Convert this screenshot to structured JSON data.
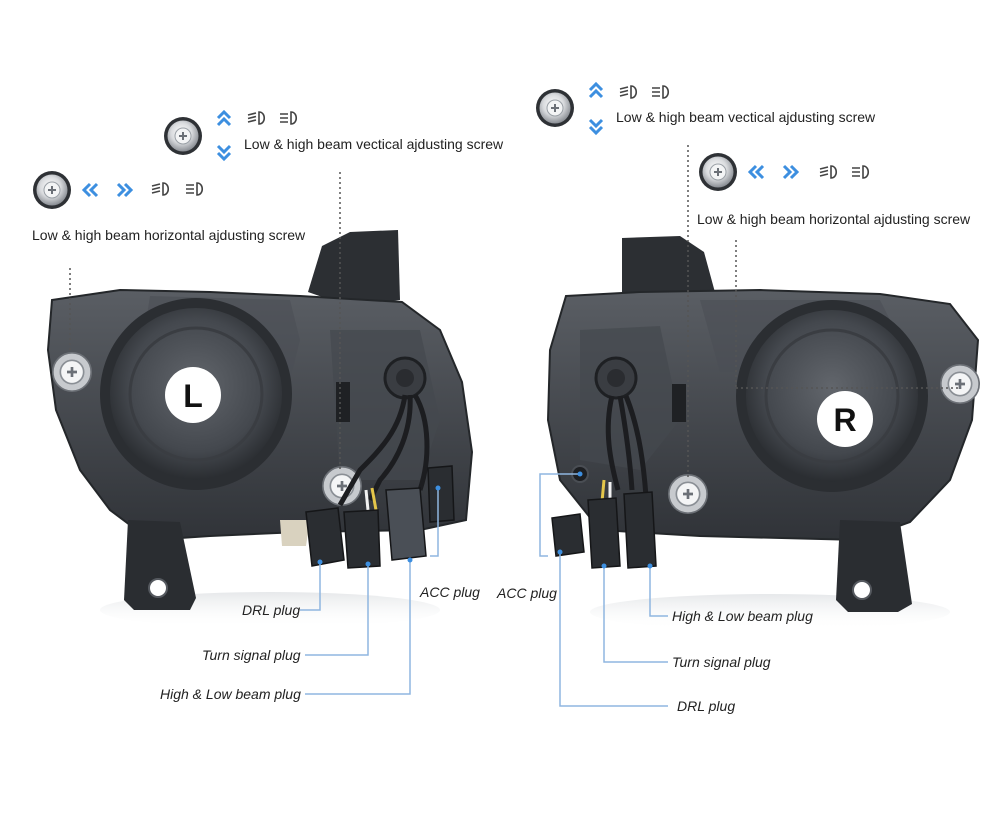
{
  "left_unit": {
    "side_letter": "L",
    "horizontal_screw_label": "Low & high beam horizontal ajdusting screw",
    "vertical_screw_label": "Low & high beam vectical ajdusting screw",
    "plugs": {
      "drl": "DRL plug",
      "turn_signal": "Turn signal plug",
      "high_low_beam": "High & Low beam plug",
      "acc": "ACC plug"
    }
  },
  "right_unit": {
    "side_letter": "R",
    "vertical_screw_label": "Low & high beam vectical ajdusting screw",
    "horizontal_screw_label": "Low & high beam horizontal ajdusting screw",
    "plugs": {
      "acc": "ACC plug",
      "high_low_beam": "High & Low beam plug",
      "turn_signal": "Turn signal plug",
      "drl": "DRL plug"
    }
  },
  "colors": {
    "arrow_blue": "#3d8fe0",
    "leader_line": "#8fb6e0",
    "housing_dark": "#3a3d42",
    "housing_mid": "#55595f",
    "label_text": "#222222"
  },
  "icons": {
    "adjust_screw": "adjust-screw-icon",
    "low_beam": "low-beam-icon",
    "high_beam": "high-beam-icon",
    "horizontal_arrows": "double-chevron-left-right-icon",
    "vertical_arrows": "double-chevron-up-down-icon"
  }
}
